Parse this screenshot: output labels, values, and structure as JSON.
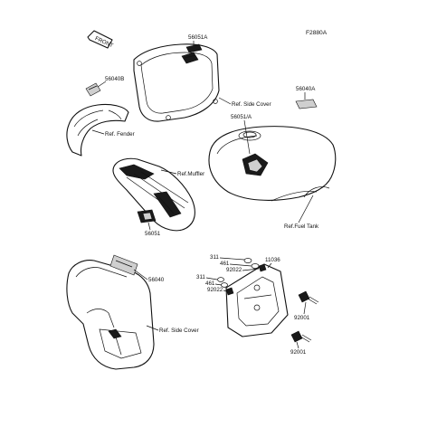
{
  "diagram_code": "F2880A",
  "front_arrow": "FRONT",
  "callouts": {
    "c56051A": "56051A",
    "c56040B": "56040B",
    "c56040A": "56040A",
    "ref_side_cover_top": "Ref. Side Cover",
    "ref_fender": "Ref. Fender",
    "c56051_1A": "56051/A",
    "ref_muffler": "Ref.Muffler",
    "c56051": "56051",
    "ref_fuel_tank": "Ref.Fuel Tank",
    "c56040": "56040",
    "ref_side_cover_bottom": "Ref. Side Cover",
    "c311_a": "311",
    "c461_a": "461",
    "c92022_a": "92022",
    "c11036": "11036",
    "c311_b": "311",
    "c461_b": "461",
    "c92022_b": "92022",
    "c92001_a": "92001",
    "c92001_b": "92001"
  }
}
